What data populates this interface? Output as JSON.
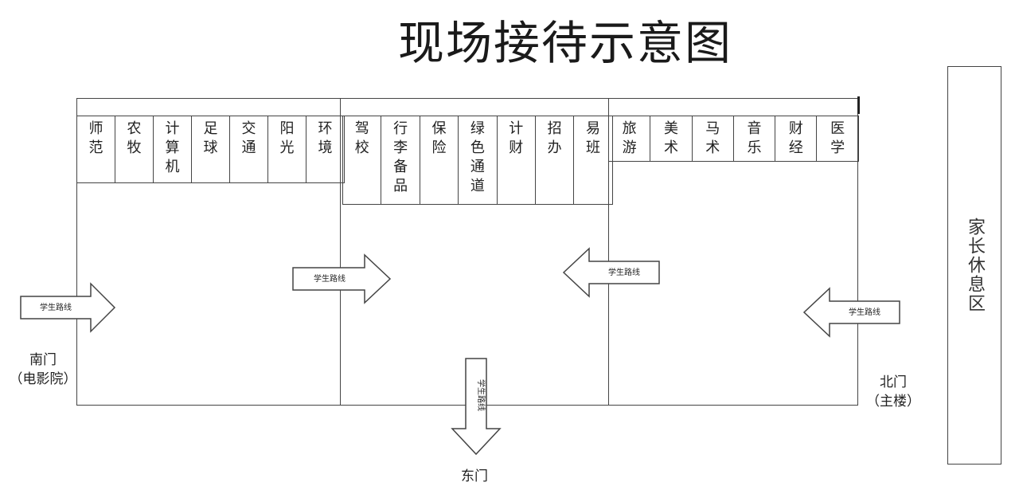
{
  "title": "现场接待示意图",
  "sections": [
    {
      "name": "left",
      "booths": [
        [
          "师",
          "范"
        ],
        [
          "农",
          "牧"
        ],
        [
          "计",
          "算",
          "机"
        ],
        [
          "足",
          "球"
        ],
        [
          "交",
          "通"
        ],
        [
          "阳",
          "光"
        ],
        [
          "环",
          "境"
        ]
      ]
    },
    {
      "name": "middle",
      "booths": [
        [
          "驾",
          "校"
        ],
        [
          "行",
          "李",
          "备",
          "品"
        ],
        [
          "保",
          "险"
        ],
        [
          "绿",
          "色",
          "通",
          "道"
        ],
        [
          "计",
          "财"
        ],
        [
          "招",
          "办"
        ],
        [
          "易",
          "班"
        ]
      ]
    },
    {
      "name": "right",
      "booths": [
        [
          "旅",
          "游"
        ],
        [
          "美",
          "术"
        ],
        [
          "马",
          "术"
        ],
        [
          "音",
          "乐"
        ],
        [
          "财",
          "经"
        ],
        [
          "医",
          "学"
        ]
      ]
    }
  ],
  "parent_area": "家长休息区",
  "gates": {
    "south": [
      "南门",
      "（电影院）"
    ],
    "north": [
      "北门",
      "（主楼）"
    ],
    "east": "东门"
  },
  "route_label": "学生路线",
  "colors": {
    "line": "#444444",
    "background": "#ffffff"
  }
}
